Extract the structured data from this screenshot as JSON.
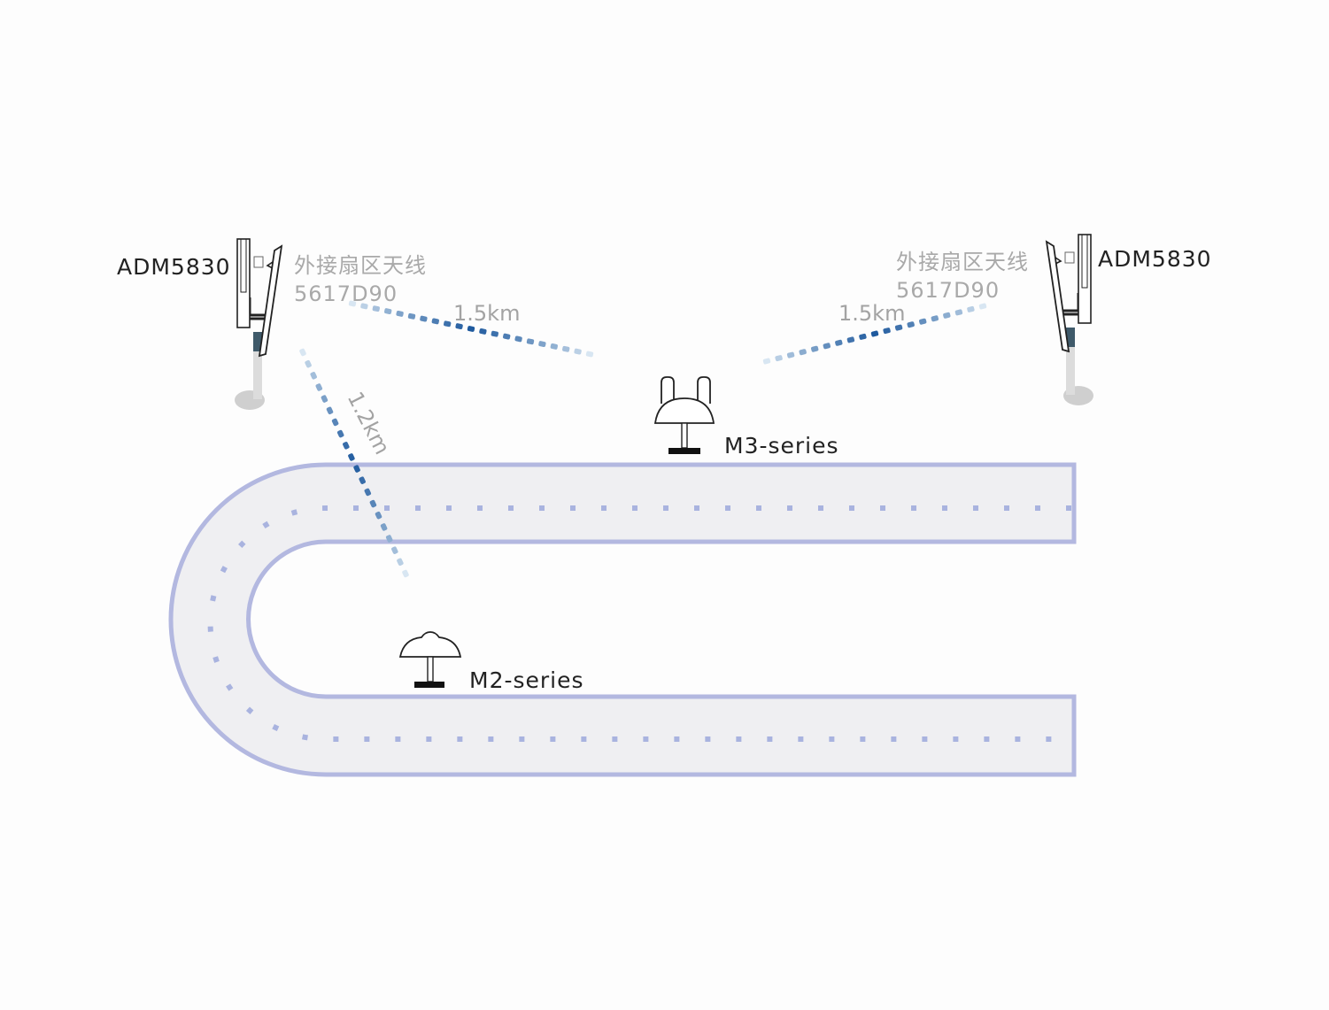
{
  "colors": {
    "road_fill": "#efeff2",
    "road_border": "#b3b8e0",
    "lane_dots": "#a9b3df",
    "link_dark": "#1f5a9e",
    "link_light": "#d8e6f2",
    "label_dark": "#222222",
    "label_grey": "#a9a9a9"
  },
  "left_ap": {
    "model": "ADM5830",
    "antenna_name": "外接扇区天线",
    "antenna_model": "5617D90",
    "icon": "sector-antenna-pole-icon"
  },
  "right_ap": {
    "model": "ADM5830",
    "antenna_name": "外接扇区天线",
    "antenna_model": "5617D90",
    "icon": "sector-antenna-pole-icon"
  },
  "links": [
    {
      "from": "left_ap",
      "to": "m3",
      "distance": "1.5km"
    },
    {
      "from": "right_ap",
      "to": "m3",
      "distance": "1.5km"
    },
    {
      "from": "left_ap",
      "to": "m2",
      "distance": "1.2km"
    }
  ],
  "m3": {
    "label": "M3-series",
    "icon": "dual-antenna-dome-icon"
  },
  "m2": {
    "label": "M2-series",
    "icon": "dome-antenna-icon"
  },
  "road": {
    "shape": "U-turn track",
    "icon": "road-track"
  }
}
